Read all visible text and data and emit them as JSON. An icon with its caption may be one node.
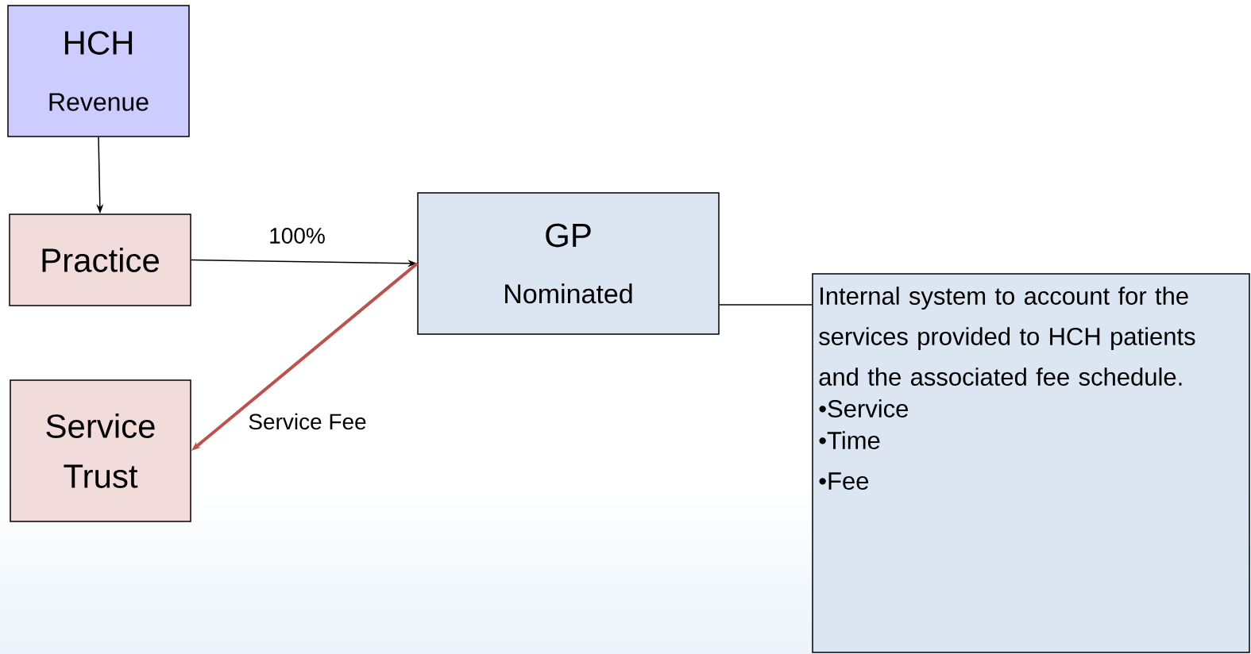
{
  "diagram": {
    "nodes": [
      {
        "text": [
          "HCH",
          "Revenue"
        ]
      },
      {
        "text": [
          "Practice"
        ]
      },
      {
        "text": [
          "Service Trust"
        ]
      },
      {
        "text": [
          "GP",
          "Nominated"
        ]
      },
      {
        "text": [
          "Internal system to account for the services provided to HCH patients and the associated fee schedule.",
          "•Service",
          "•Time",
          "•Fee"
        ]
      }
    ],
    "edges": [
      {
        "from": 0,
        "to": 1,
        "arrow": "to"
      },
      {
        "from": 1,
        "to": 3,
        "arrow": "to",
        "label": "100%"
      },
      {
        "from": 3,
        "to": 2,
        "arrow": "to",
        "label": "Service Fee",
        "style": "thick",
        "color": "#c0504d"
      },
      {
        "from": 3,
        "to": 4,
        "arrow": "none"
      }
    ]
  }
}
